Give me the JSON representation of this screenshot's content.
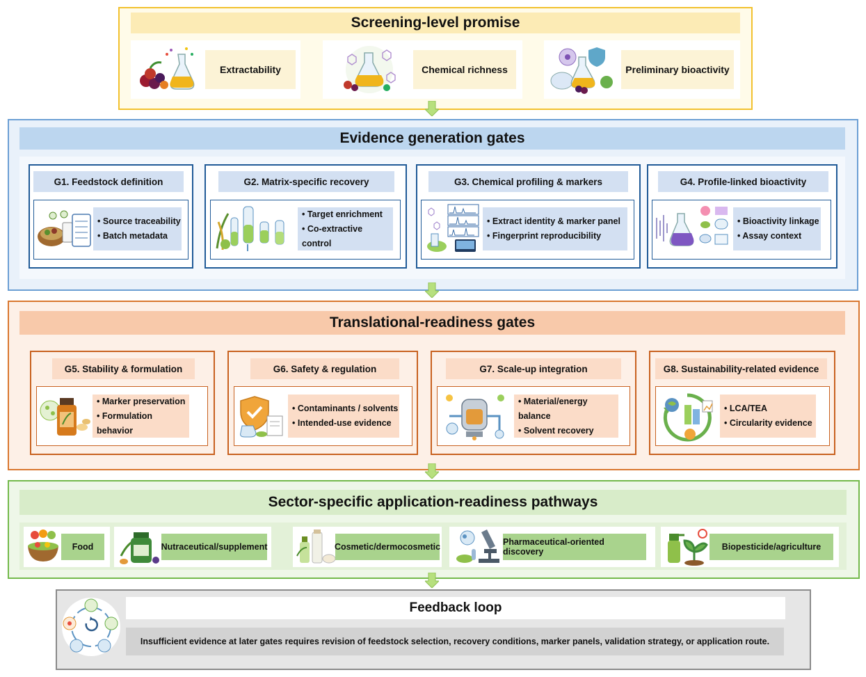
{
  "screening": {
    "title": "Screening-level promise",
    "items": [
      {
        "label": "Extractability",
        "icon": "fruit-flask-icon"
      },
      {
        "label": "Chemical richness",
        "icon": "molecule-flask-icon"
      },
      {
        "label": "Preliminary bioactivity",
        "icon": "bioactivity-flask-icon"
      }
    ]
  },
  "evidence": {
    "title": "Evidence generation gates",
    "gates": [
      {
        "title": "G1. Feedstock definition",
        "bullets": [
          "• Source traceability",
          "• Batch metadata"
        ],
        "icon": "feedstock-clipboard-icon"
      },
      {
        "title": "G2. Matrix-specific recovery",
        "bullets": [
          "• Target enrichment",
          "• Co-extractive control"
        ],
        "icon": "extraction-tubes-icon"
      },
      {
        "title": "G3. Chemical profiling & markers",
        "bullets": [
          "• Extract identity & marker panel",
          "• Fingerprint reproducibility"
        ],
        "icon": "chromatogram-icon"
      },
      {
        "title": "G4. Profile-linked bioactivity",
        "bullets": [
          "• Bioactivity linkage",
          "• Assay context"
        ],
        "icon": "assay-flask-icon"
      }
    ]
  },
  "translational": {
    "title": "Translational-readiness gates",
    "gates": [
      {
        "title": "G5. Stability & formulation",
        "bullets": [
          "• Marker preservation",
          "• Formulation behavior"
        ],
        "icon": "formulation-bottle-icon"
      },
      {
        "title": "G6. Safety & regulation",
        "bullets": [
          "• Contaminants / solvents",
          "• Intended-use evidence"
        ],
        "icon": "safety-shield-icon"
      },
      {
        "title": "G7. Scale-up integration",
        "bullets": [
          "• Material/energy balance",
          "• Solvent recovery"
        ],
        "icon": "reactor-icon"
      },
      {
        "title": "G8. Sustainability-related evidence",
        "bullets": [
          "• LCA/TEA",
          "• Circularity evidence"
        ],
        "icon": "circularity-globe-icon"
      }
    ]
  },
  "pathways": {
    "title": "Sector-specific application-readiness pathways",
    "items": [
      {
        "label": "Food",
        "icon": "food-bowl-icon"
      },
      {
        "label": "Nutraceutical/supplement",
        "icon": "supplement-jar-icon"
      },
      {
        "label": "Cosmetic/dermocosmetic",
        "icon": "cosmetic-bottle-icon"
      },
      {
        "label": "Pharmaceutical-oriented discovery",
        "icon": "microscope-icon"
      },
      {
        "label": "Biopesticide/agriculture",
        "icon": "spray-plant-icon"
      }
    ]
  },
  "feedback": {
    "title": "Feedback loop",
    "text": "Insufficient evidence at later gates requires revision of feedstock selection, recovery conditions, marker panels, validation strategy, or application route.",
    "icon": "feedback-cycle-icon"
  },
  "colors": {
    "screening": "#f2c12e",
    "evidence": "#1f5a97",
    "translational": "#c8611f",
    "pathways": "#73b94b",
    "feedback": "#8a8a8a",
    "arrow": "#b7e07e"
  }
}
